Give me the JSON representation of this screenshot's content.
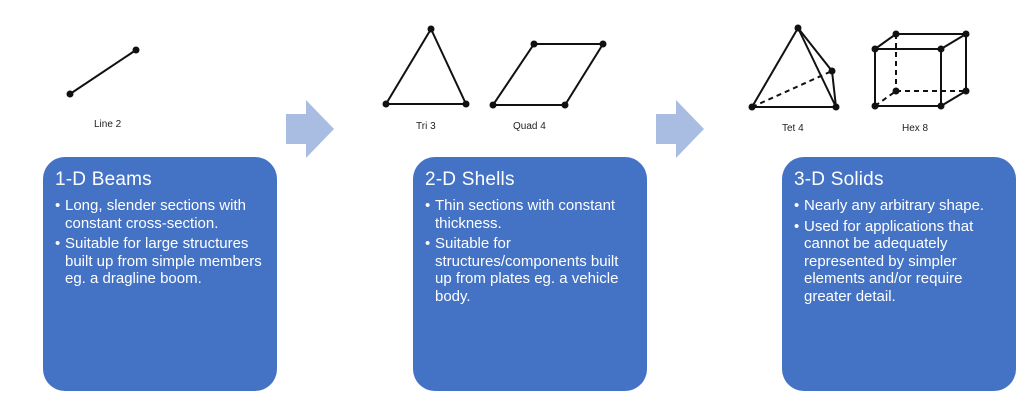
{
  "elements": {
    "line": "Line 2",
    "tri": "Tri 3",
    "quad": "Quad 4",
    "tet": "Tet 4",
    "hex": "Hex 8"
  },
  "cards": [
    {
      "title": "1-D Beams",
      "bullets": [
        "Long, slender sections with constant cross-section.",
        "Suitable for large structures built up from simple members eg. a dragline boom."
      ]
    },
    {
      "title": "2-D Shells",
      "bullets": [
        "Thin sections with constant thickness.",
        "Suitable for structures/components built up from plates eg. a vehicle body."
      ]
    },
    {
      "title": "3-D Solids",
      "bullets": [
        "Nearly any arbitrary shape.",
        "Used for applications that cannot be adequately represented by simpler elements and/or require greater detail."
      ]
    }
  ],
  "colors": {
    "card": "#4472c4",
    "arrow": "#a9bde3"
  },
  "icons": {
    "bullet": "•"
  }
}
